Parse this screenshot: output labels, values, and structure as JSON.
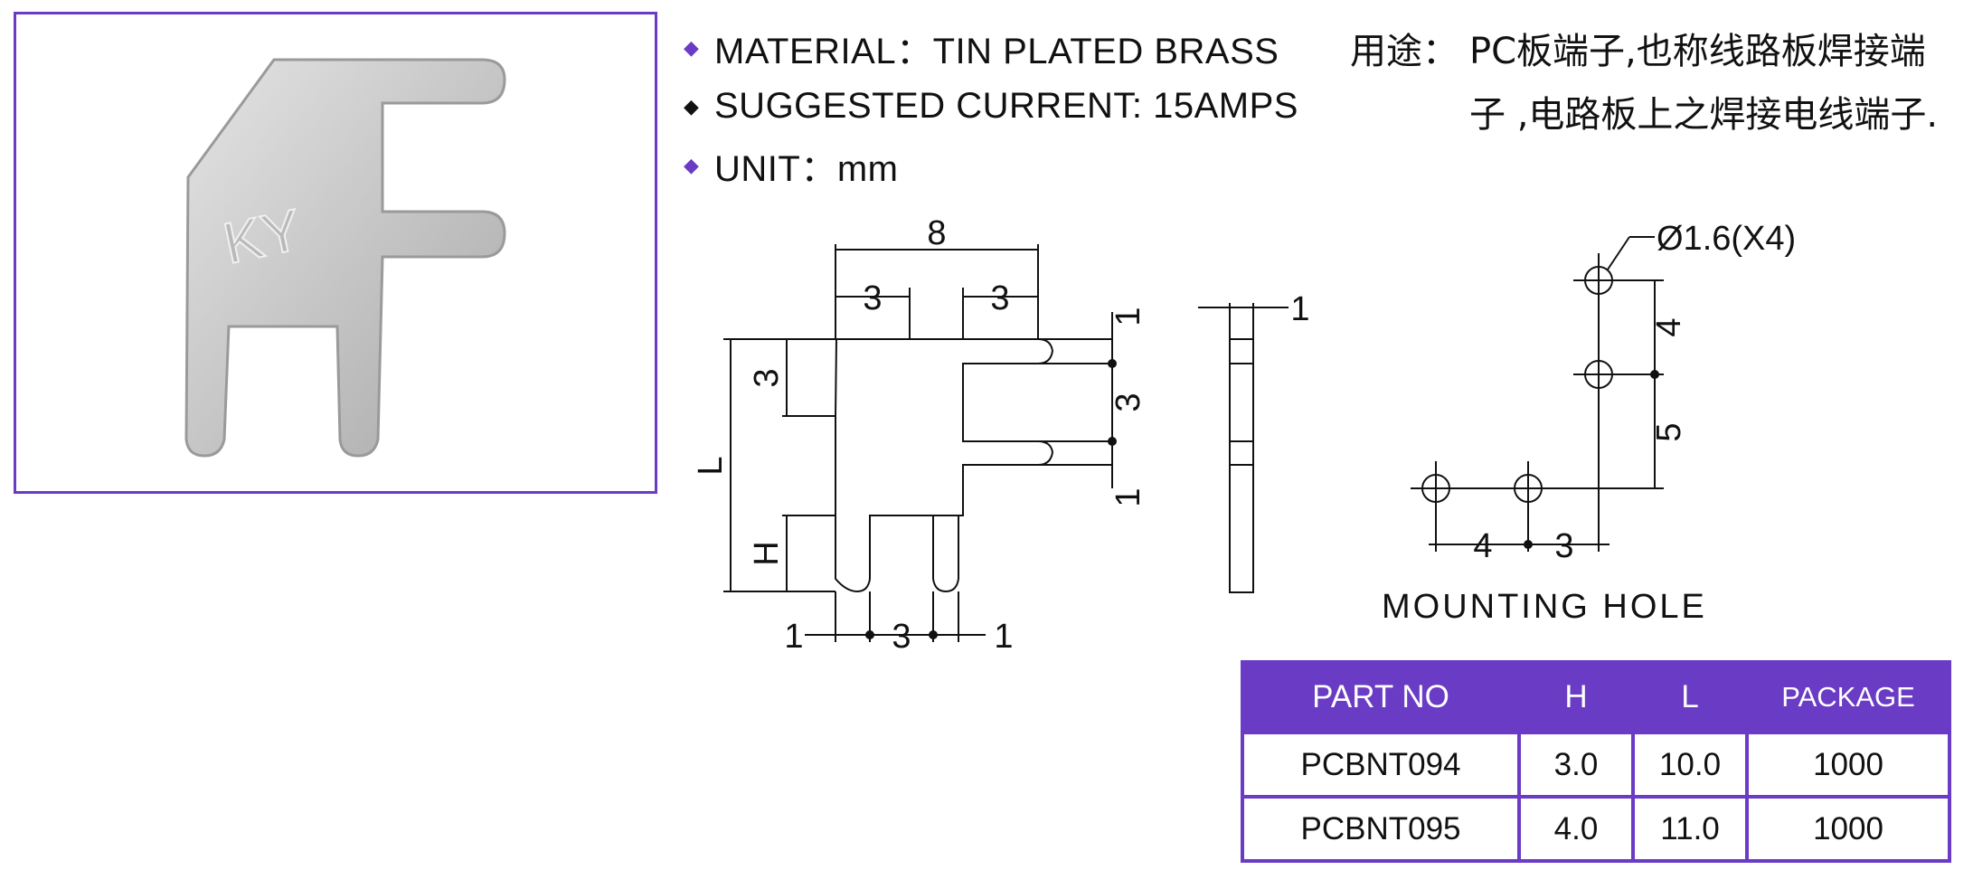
{
  "photo": {
    "icon": "terminal-photo",
    "stamp": "KY"
  },
  "specs": [
    {
      "bullet": "◆",
      "bullet_color": "#6a3bc4",
      "text": "MATERIAL：TIN PLATED BRASS"
    },
    {
      "bullet": "◆",
      "bullet_color": "#111111",
      "text": "SUGGESTED CURRENT: 15AMPS"
    },
    {
      "bullet": "◆",
      "bullet_color": "#6a3bc4",
      "text": "UNIT：mm"
    }
  ],
  "usage": {
    "label": "用途：",
    "line1": "PC板端子,也称线路板焊接端",
    "line2": "子  ,电路板上之焊接电线端子."
  },
  "drawing": {
    "dims": {
      "top_width": "8",
      "top_left": "3",
      "top_right": "3",
      "right_top": "1",
      "right_mid": "3",
      "right_bot": "1",
      "left_chamfer": "3",
      "left_height": "L",
      "left_pin": "H",
      "bottom_left": "1",
      "bottom_mid": "3",
      "bottom_right": "1"
    },
    "side_thickness": "1"
  },
  "mounting": {
    "hole": "Ø1.6(X4)",
    "v_top": "4",
    "v_bottom": "5",
    "h_left": "4",
    "h_right": "3",
    "caption": "MOUNTING  HOLE"
  },
  "table": {
    "headers": [
      "PART NO",
      "H",
      "L",
      "PACKAGE"
    ],
    "rows": [
      [
        "PCBNT094",
        "3.0",
        "10.0",
        "1000"
      ],
      [
        "PCBNT095",
        "4.0",
        "11.0",
        "1000"
      ]
    ],
    "accent": "#6a3bc4"
  }
}
